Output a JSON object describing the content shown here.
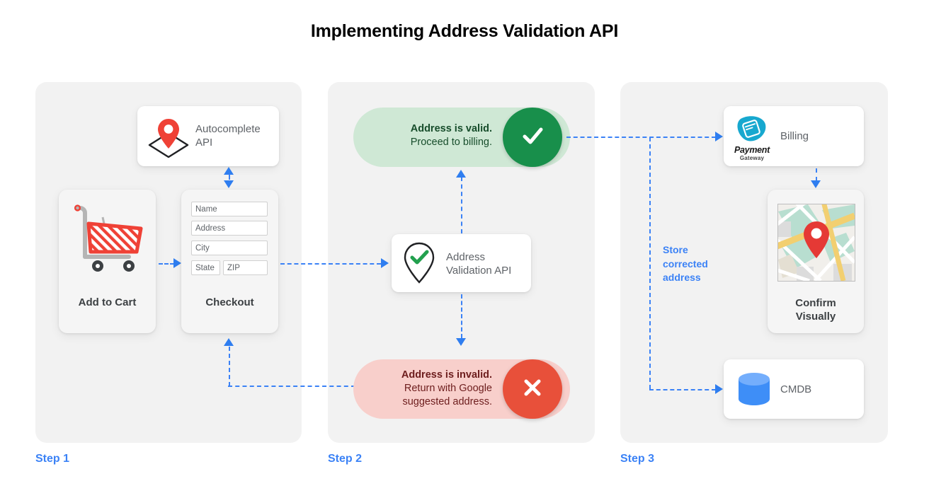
{
  "page": {
    "title": "Implementing Address Validation API",
    "accent_blue": "#3b82f6",
    "panel_bg": "#f2f2f2",
    "green": "#188f4b",
    "red": "#e8503a"
  },
  "steps": [
    {
      "label": "Step 1"
    },
    {
      "label": "Step 2"
    },
    {
      "label": "Step 3"
    }
  ],
  "step1": {
    "autocomplete": {
      "title_line1": "Autocomplete",
      "title_line2": "API",
      "icon": "map-pin-diamond-icon"
    },
    "add_to_cart": {
      "label": "Add to Cart",
      "icon": "shopping-cart-icon"
    },
    "checkout": {
      "label": "Checkout",
      "fields": [
        {
          "name": "name",
          "placeholder": "Name"
        },
        {
          "name": "address",
          "placeholder": "Address"
        },
        {
          "name": "city",
          "placeholder": "City"
        },
        {
          "name": "state",
          "placeholder": "State"
        },
        {
          "name": "zip",
          "placeholder": "ZIP"
        }
      ]
    }
  },
  "step2": {
    "valid": {
      "headline": "Address is valid.",
      "detail": "Proceed to billing.",
      "badge_icon": "check-icon",
      "badge_color": "#188f4b",
      "pill_color": "#cfe8d5"
    },
    "validator": {
      "title_line1": "Address",
      "title_line2": "Validation API",
      "icon": "pin-check-icon"
    },
    "invalid": {
      "headline": "Address is invalid.",
      "detail_line1": "Return with Google",
      "detail_line2": "suggested address.",
      "badge_icon": "close-icon",
      "badge_color": "#e8503a",
      "pill_color": "#f8cfcb"
    }
  },
  "step3": {
    "billing": {
      "label": "Billing",
      "logo_name": "Payment",
      "logo_sub": "Gateway",
      "icon": "payment-gateway-icon"
    },
    "confirm": {
      "label_line1": "Confirm",
      "label_line2": "Visually",
      "icon": "map-thumbnail-icon"
    },
    "cmdb": {
      "label": "CMDB",
      "icon": "database-icon"
    },
    "store_note": {
      "line1": "Store",
      "line2": "corrected",
      "line3": "address"
    }
  }
}
